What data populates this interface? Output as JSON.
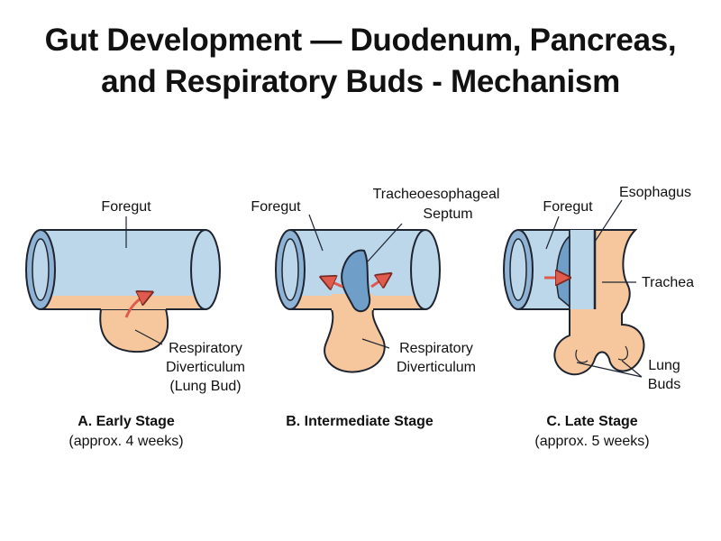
{
  "title": {
    "line1": "Gut Development — Duodenum, Pancreas,",
    "line2": "and Respiratory Buds - Mechanism"
  },
  "panels": {
    "a": {
      "label_foregut": "Foregut",
      "label_bud_1": "Respiratory",
      "label_bud_2": "Diverticulum",
      "label_bud_3": "(Lung Bud)",
      "caption": "A. Early Stage",
      "subcaption": "(approx. 4 weeks)"
    },
    "b": {
      "label_foregut": "Foregut",
      "label_septum_1": "Tracheoesophageal",
      "label_septum_2": "Septum",
      "label_bud_1": "Respiratory",
      "label_bud_2": "Diverticulum",
      "caption": "B. Intermediate Stage"
    },
    "c": {
      "label_foregut": "Foregut",
      "label_esophagus": "Esophagus",
      "label_trachea": "Trachea",
      "label_lung_1": "Lung",
      "label_lung_2": "Buds",
      "caption": "C. Late Stage",
      "subcaption": "(approx. 5 weeks)"
    }
  },
  "colors": {
    "tube_blue": "#bcd6ea",
    "tube_blue_dark": "#8fb3d4",
    "septum_blue": "#6f9fc9",
    "endoderm_peach": "#f6c79c",
    "arrow_red": "#e05a4e",
    "outline": "#1e2430"
  }
}
